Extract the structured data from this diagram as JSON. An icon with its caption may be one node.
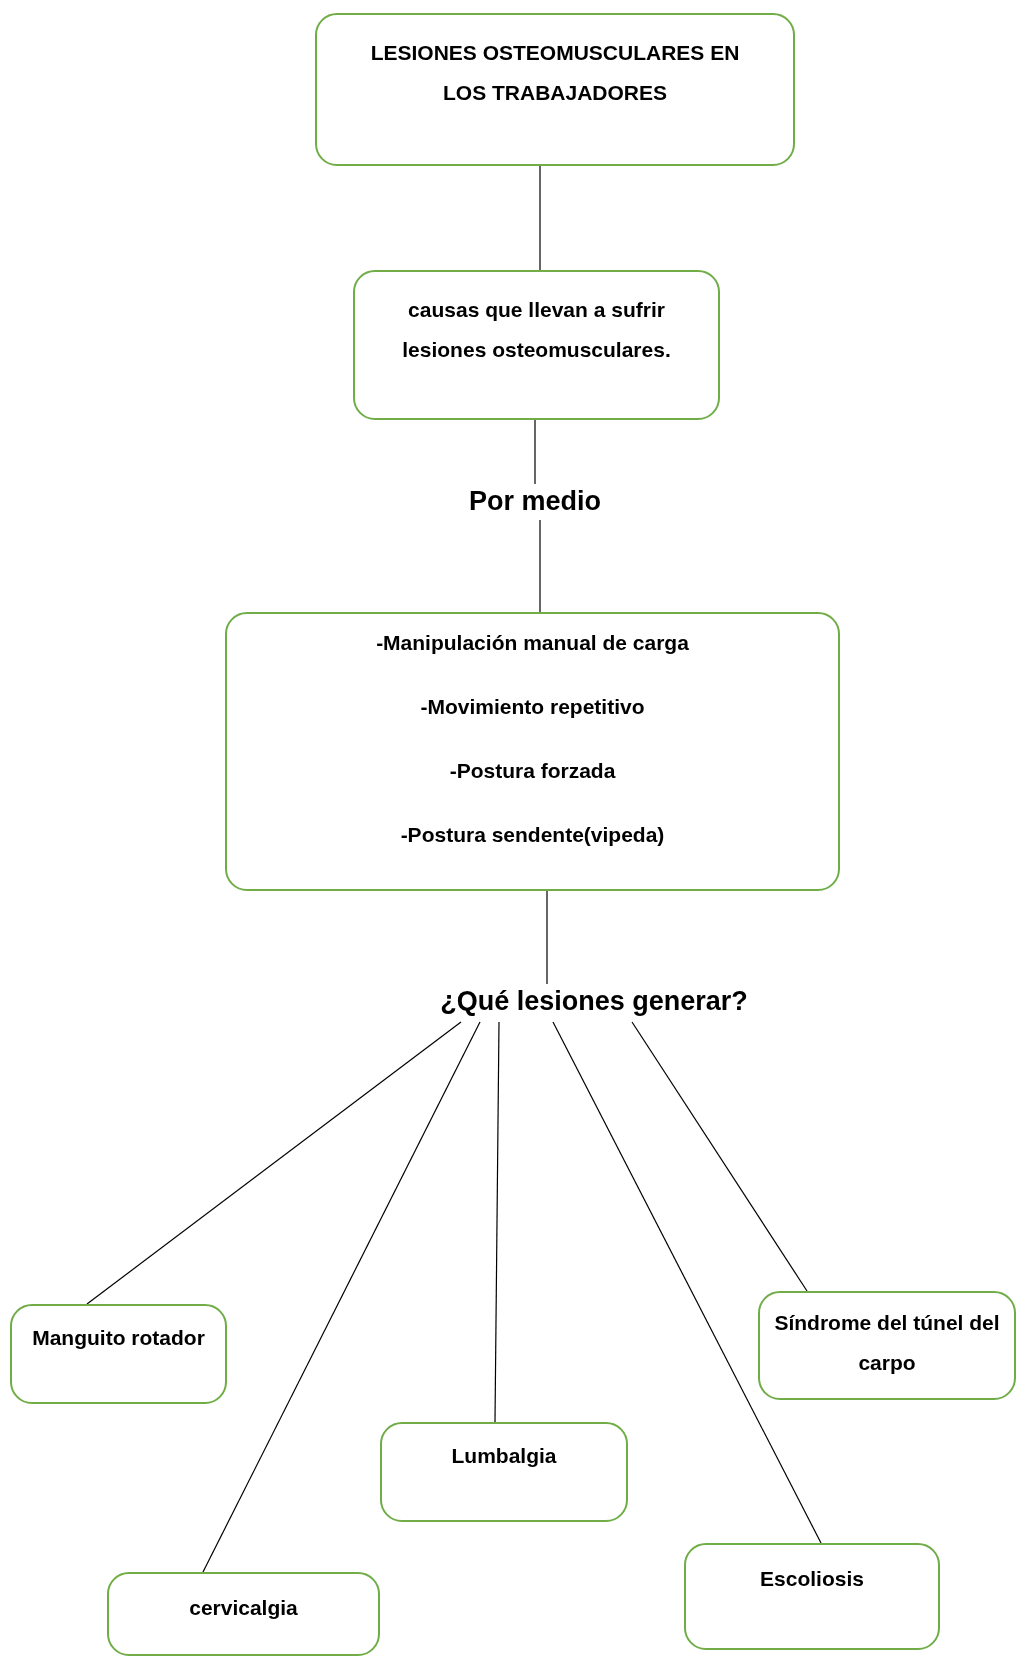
{
  "diagram": {
    "nodes": [
      {
        "text": [
          "LESIONES OSTEOMUSCULARES EN LOS TRABAJADORES"
        ]
      },
      {
        "text": [
          "causas que llevan a sufrir lesiones osteomusculares."
        ]
      },
      {
        "text": [
          "Por medio"
        ]
      },
      {
        "text": [
          "-Manipulación manual de carga",
          "-Movimiento repetitivo",
          "-Postura forzada",
          "-Postura sendente(vipeda)"
        ]
      },
      {
        "text": [
          "¿Qué lesiones generar?"
        ]
      },
      {
        "text": [
          "Manguito rotador"
        ]
      },
      {
        "text": [
          "Síndrome del túnel del carpo"
        ]
      },
      {
        "text": [
          "Lumbalgia"
        ]
      },
      {
        "text": [
          "cervicalgia"
        ]
      },
      {
        "text": [
          "Escoliosis"
        ]
      }
    ],
    "edges": [
      {
        "from": 0,
        "to": 1,
        "arrow": "none"
      },
      {
        "from": 1,
        "to": 2,
        "arrow": "none"
      },
      {
        "from": 2,
        "to": 3,
        "arrow": "none"
      },
      {
        "from": 3,
        "to": 4,
        "arrow": "none"
      },
      {
        "from": 4,
        "to": 5,
        "arrow": "none"
      },
      {
        "from": 4,
        "to": 8,
        "arrow": "none"
      },
      {
        "from": 4,
        "to": 7,
        "arrow": "none"
      },
      {
        "from": 4,
        "to": 9,
        "arrow": "none"
      },
      {
        "from": 4,
        "to": 6,
        "arrow": "none"
      }
    ]
  }
}
